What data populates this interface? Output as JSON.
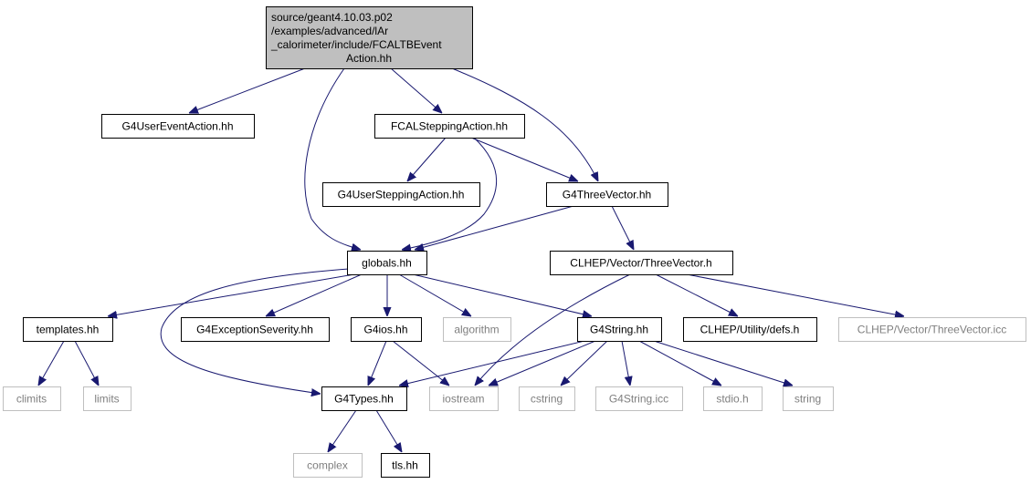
{
  "colors": {
    "edge": "#191970",
    "root_fill": "#bfbfbf",
    "border": "#000000",
    "external_border": "#bfbfbf",
    "external_text": "#7f7f7f",
    "text": "#000000"
  },
  "graph": {
    "root": {
      "id": "root",
      "lines": [
        "source/geant4.10.03.p02",
        "/examples/advanced/lAr",
        "_calorimeter/include/FCALTBEvent",
        "Action.hh"
      ]
    },
    "nodes": [
      {
        "id": "g4usereventaction",
        "label": "G4UserEventAction.hh",
        "external": false
      },
      {
        "id": "fcalsteppingaction",
        "label": "FCALSteppingAction.hh",
        "external": false
      },
      {
        "id": "g4usersteppingaction",
        "label": "G4UserSteppingAction.hh",
        "external": false
      },
      {
        "id": "g4threevector",
        "label": "G4ThreeVector.hh",
        "external": false
      },
      {
        "id": "globals",
        "label": "globals.hh",
        "external": false
      },
      {
        "id": "clhepthreevector",
        "label": "CLHEP/Vector/ThreeVector.h",
        "external": false
      },
      {
        "id": "templates",
        "label": "templates.hh",
        "external": false
      },
      {
        "id": "g4exceptionseverity",
        "label": "G4ExceptionSeverity.hh",
        "external": false
      },
      {
        "id": "g4ios",
        "label": "G4ios.hh",
        "external": false
      },
      {
        "id": "algorithm",
        "label": "algorithm",
        "external": true
      },
      {
        "id": "g4string",
        "label": "G4String.hh",
        "external": false
      },
      {
        "id": "clhepdefs",
        "label": "CLHEP/Utility/defs.h",
        "external": false
      },
      {
        "id": "clhepthreevectoricc",
        "label": "CLHEP/Vector/ThreeVector.icc",
        "external": true
      },
      {
        "id": "climits",
        "label": "climits",
        "external": true
      },
      {
        "id": "limits",
        "label": "limits",
        "external": true
      },
      {
        "id": "g4types",
        "label": "G4Types.hh",
        "external": false
      },
      {
        "id": "iostream",
        "label": "iostream",
        "external": true
      },
      {
        "id": "cstring",
        "label": "cstring",
        "external": true
      },
      {
        "id": "g4stringicc",
        "label": "G4String.icc",
        "external": true
      },
      {
        "id": "stdio",
        "label": "stdio.h",
        "external": true
      },
      {
        "id": "string",
        "label": "string",
        "external": true
      },
      {
        "id": "complex",
        "label": "complex",
        "external": true
      },
      {
        "id": "tls",
        "label": "tls.hh",
        "external": false
      }
    ],
    "edges": [
      {
        "from": "root",
        "to": "g4usereventaction"
      },
      {
        "from": "root",
        "to": "fcalsteppingaction"
      },
      {
        "from": "root",
        "to": "g4threevector"
      },
      {
        "from": "root",
        "to": "globals"
      },
      {
        "from": "fcalsteppingaction",
        "to": "g4usersteppingaction"
      },
      {
        "from": "fcalsteppingaction",
        "to": "g4threevector"
      },
      {
        "from": "fcalsteppingaction",
        "to": "globals"
      },
      {
        "from": "g4threevector",
        "to": "globals"
      },
      {
        "from": "g4threevector",
        "to": "clhepthreevector"
      },
      {
        "from": "globals",
        "to": "templates"
      },
      {
        "from": "globals",
        "to": "g4exceptionseverity"
      },
      {
        "from": "globals",
        "to": "g4ios"
      },
      {
        "from": "globals",
        "to": "algorithm"
      },
      {
        "from": "globals",
        "to": "g4string"
      },
      {
        "from": "globals",
        "to": "g4types"
      },
      {
        "from": "clhepthreevector",
        "to": "iostream"
      },
      {
        "from": "clhepthreevector",
        "to": "clhepdefs"
      },
      {
        "from": "clhepthreevector",
        "to": "clhepthreevectoricc"
      },
      {
        "from": "templates",
        "to": "climits"
      },
      {
        "from": "templates",
        "to": "limits"
      },
      {
        "from": "g4ios",
        "to": "g4types"
      },
      {
        "from": "g4ios",
        "to": "iostream"
      },
      {
        "from": "g4string",
        "to": "g4types"
      },
      {
        "from": "g4string",
        "to": "iostream"
      },
      {
        "from": "g4string",
        "to": "cstring"
      },
      {
        "from": "g4string",
        "to": "g4stringicc"
      },
      {
        "from": "g4string",
        "to": "stdio"
      },
      {
        "from": "g4string",
        "to": "string"
      },
      {
        "from": "g4types",
        "to": "complex"
      },
      {
        "from": "g4types",
        "to": "tls"
      }
    ]
  }
}
